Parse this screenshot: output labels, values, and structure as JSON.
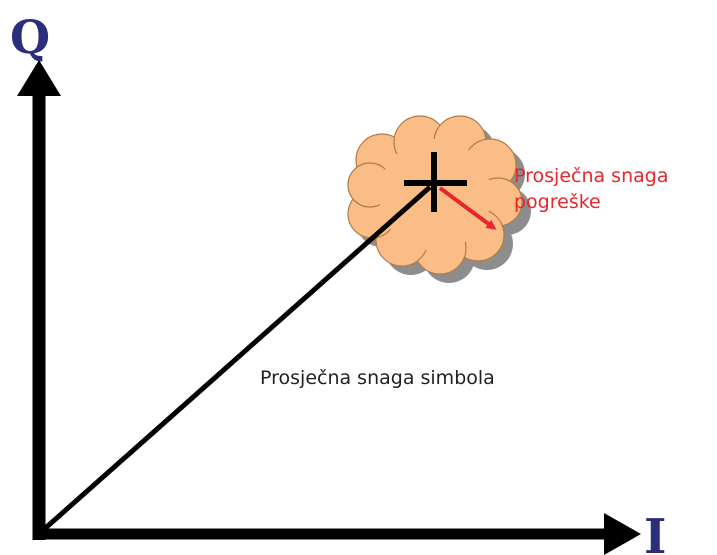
{
  "axes": {
    "vertical_label": "Q",
    "horizontal_label": "I",
    "label_color": "#2b2f7a",
    "line_color": "#000000"
  },
  "symbol": {
    "marker": "plus-icon",
    "caption": "Prosječna snaga simbola",
    "caption_color": "#222222"
  },
  "error": {
    "caption_line1": "Prosječna snaga",
    "caption_line2": "pogreške",
    "caption_color": "#e8262d",
    "arrow_color": "#e8262d",
    "cloud_fill": "#fbbd86",
    "cloud_shadow": "#8d8d8d"
  }
}
